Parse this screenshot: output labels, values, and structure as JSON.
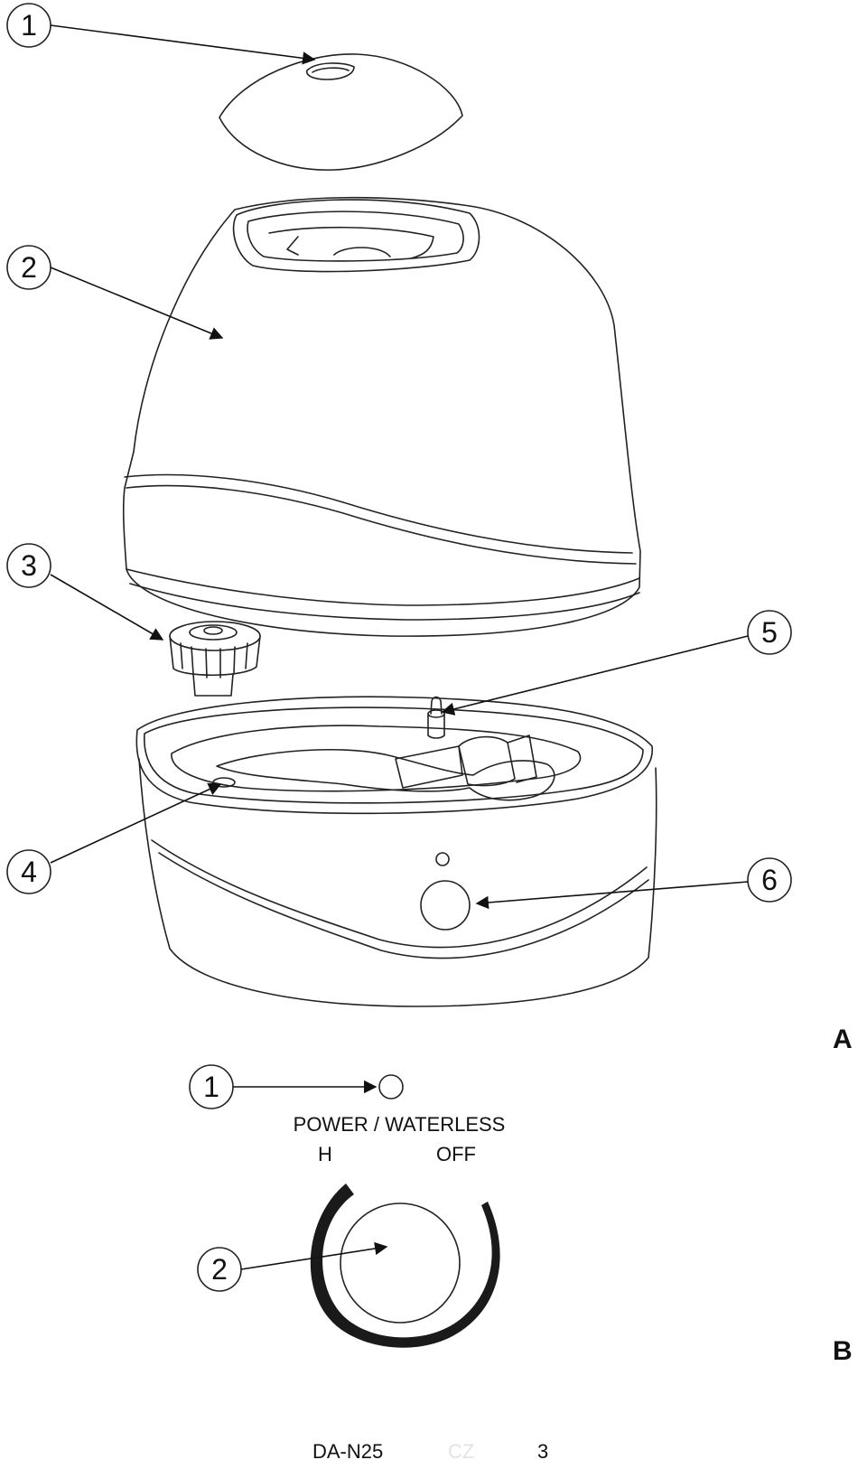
{
  "figure_a": {
    "letter": "A",
    "callouts": [
      "1",
      "2",
      "3",
      "4",
      "5",
      "6"
    ]
  },
  "figure_b": {
    "letter": "B",
    "callouts": [
      "1",
      "2"
    ],
    "indicator_label": "POWER / WATERLESS",
    "dial_low_label": "H",
    "dial_off_label": "OFF"
  },
  "footer": {
    "model": "DA-N25",
    "language": "CZ",
    "page": "3"
  }
}
